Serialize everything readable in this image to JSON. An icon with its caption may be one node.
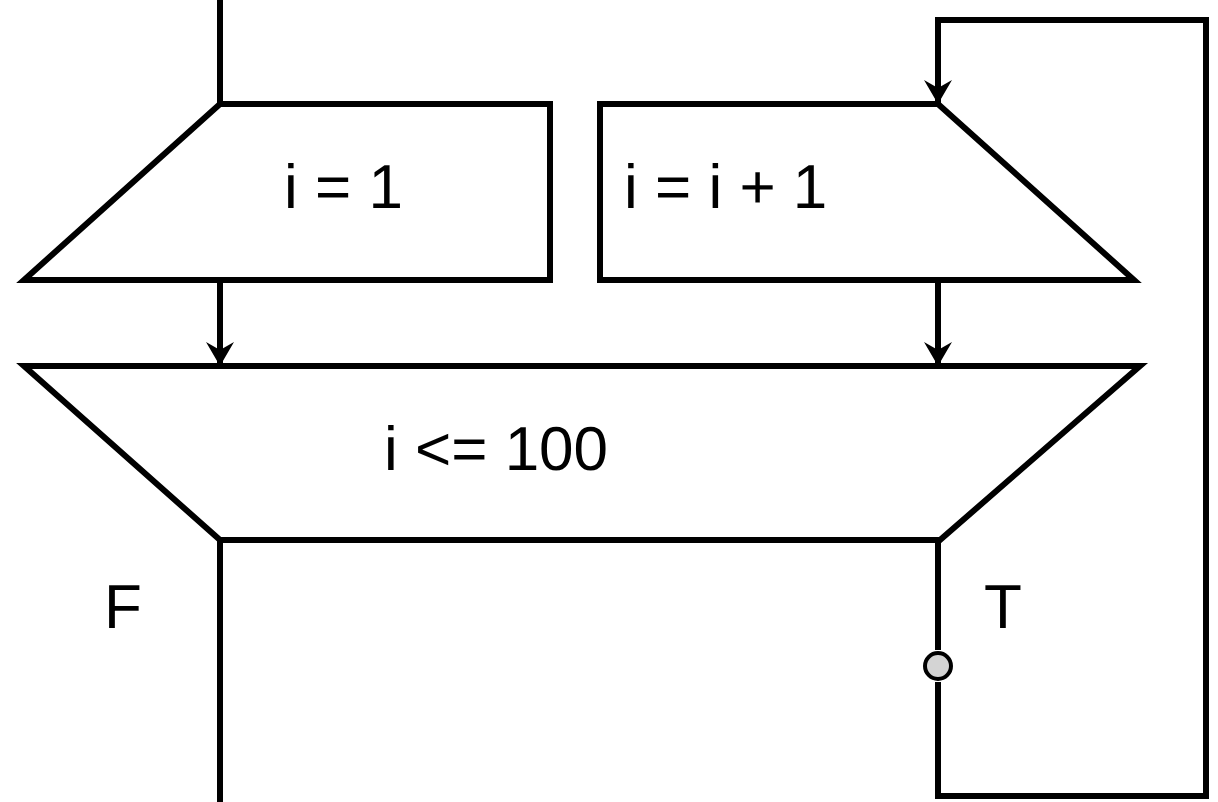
{
  "diagram": {
    "nodes": [
      {
        "text": [
          "i = 1"
        ]
      },
      {
        "text": [
          "i = i + 1"
        ]
      },
      {
        "text": [
          "i <= 100"
        ]
      },
      {
        "text": [],
        "shape": "circle"
      }
    ],
    "edges": [
      {
        "from": null,
        "to": 0,
        "arrow": "none"
      },
      {
        "from": 0,
        "to": 2,
        "arrow": "to"
      },
      {
        "from": 1,
        "to": 2,
        "arrow": "to"
      },
      {
        "from": 2,
        "to": 3,
        "arrow": "none",
        "label": "T"
      },
      {
        "from": 3,
        "to": 1,
        "arrow": "to"
      },
      {
        "from": 2,
        "to": null,
        "arrow": "none",
        "label": "F"
      }
    ]
  }
}
